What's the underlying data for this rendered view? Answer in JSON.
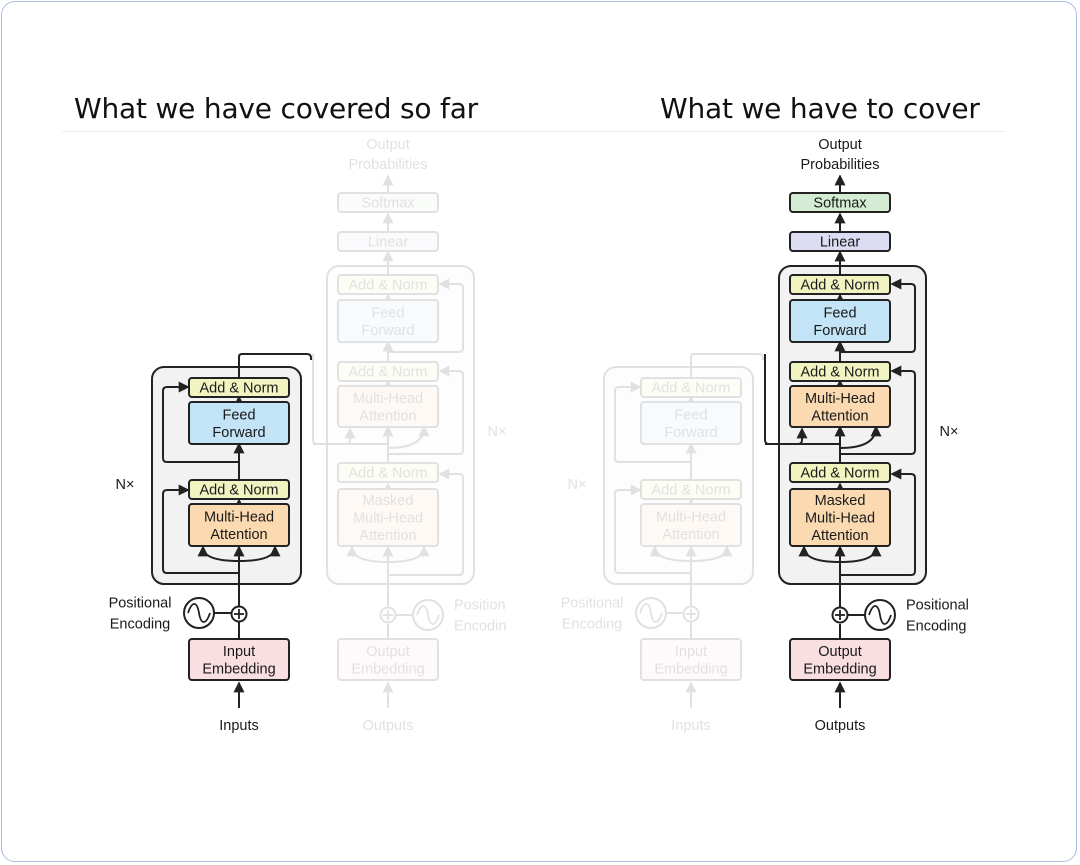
{
  "headings": {
    "left": "What we have covered so far",
    "right": "What we have to cover"
  },
  "labels": {
    "add_norm": "Add & Norm",
    "feed_forward": [
      "Feed",
      "Forward"
    ],
    "multi_head_attention": [
      "Multi-Head",
      "Attention"
    ],
    "masked_multi_head_attention": [
      "Masked",
      "Multi-Head",
      "Attention"
    ],
    "linear": "Linear",
    "softmax": "Softmax",
    "output_probabilities": [
      "Output",
      "Probabilities"
    ],
    "input_embedding": [
      "Input",
      "Embedding"
    ],
    "output_embedding": [
      "Output",
      "Embedding"
    ],
    "positional_encoding": [
      "Positional",
      "Encoding"
    ],
    "position_encoding_cut": [
      "Position",
      "Encodin"
    ],
    "repeat_marker": "N×",
    "inputs": "Inputs",
    "outputs": "Outputs"
  },
  "colors": {
    "add_norm": "#f1f4c1",
    "feed_forward": "#c3e4f6",
    "attention": "#fbd9b1",
    "embedding": "#f9dfe1",
    "linear": "#dcdcf3",
    "softmax": "#d4ecd4",
    "stack_bg": "#f2f2f2",
    "frame_border": "#a9bde3"
  },
  "emphasis": {
    "left_panel": "encoder",
    "right_panel": "decoder"
  }
}
